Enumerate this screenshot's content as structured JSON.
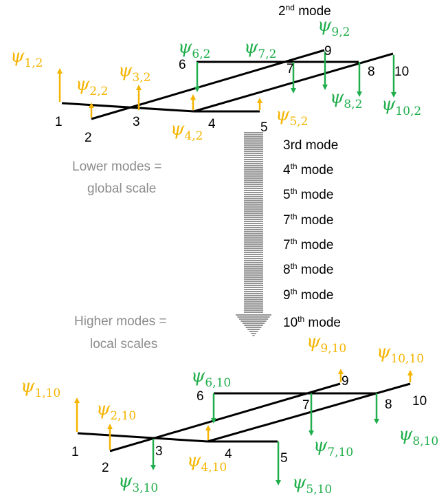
{
  "colors": {
    "member": "#000000",
    "positive": "#f5b400",
    "negative": "#1fae4b",
    "note": "#8c8c8c"
  },
  "top_title": {
    "base": "2",
    "sup": "nd",
    "rest": " mode"
  },
  "top_nodes": [
    "1",
    "2",
    "3",
    "4",
    "5",
    "6",
    "7",
    "8",
    "9",
    "10"
  ],
  "top_psi": [
    {
      "sub": "1,2"
    },
    {
      "sub": "2,2"
    },
    {
      "sub": "3,2"
    },
    {
      "sub": "4,2"
    },
    {
      "sub": "5,2"
    },
    {
      "sub": "6,2"
    },
    {
      "sub": "7,2"
    },
    {
      "sub": "8,2"
    },
    {
      "sub": "9,2"
    },
    {
      "sub": "10,2"
    }
  ],
  "notes": {
    "lower_1": "Lower modes =",
    "lower_2": "global scale",
    "higher_1": "Higher modes =",
    "higher_2": "local scales"
  },
  "modes": [
    {
      "base": "3rd mode",
      "sup": "",
      "rest": ""
    },
    {
      "base": "4",
      "sup": "th",
      "rest": " mode"
    },
    {
      "base": "5",
      "sup": "th",
      "rest": " mode"
    },
    {
      "base": "7",
      "sup": "th",
      "rest": " mode"
    },
    {
      "base": "7",
      "sup": "th",
      "rest": " mode"
    },
    {
      "base": "8",
      "sup": "th",
      "rest": " mode"
    },
    {
      "base": "9",
      "sup": "th",
      "rest": " mode"
    },
    {
      "base": "10",
      "sup": "th",
      "rest": " mode"
    }
  ],
  "bottom_nodes": [
    "1",
    "2",
    "3",
    "4",
    "5",
    "6",
    "7",
    "8",
    "9",
    "10"
  ],
  "bottom_psi": [
    {
      "sub": "1,10"
    },
    {
      "sub": "2,10"
    },
    {
      "sub": "3,10"
    },
    {
      "sub": "4,10"
    },
    {
      "sub": "5,10"
    },
    {
      "sub": "6,10"
    },
    {
      "sub": "7,10"
    },
    {
      "sub": "8,10"
    },
    {
      "sub": "9,10"
    },
    {
      "sub": "10,10"
    }
  ]
}
